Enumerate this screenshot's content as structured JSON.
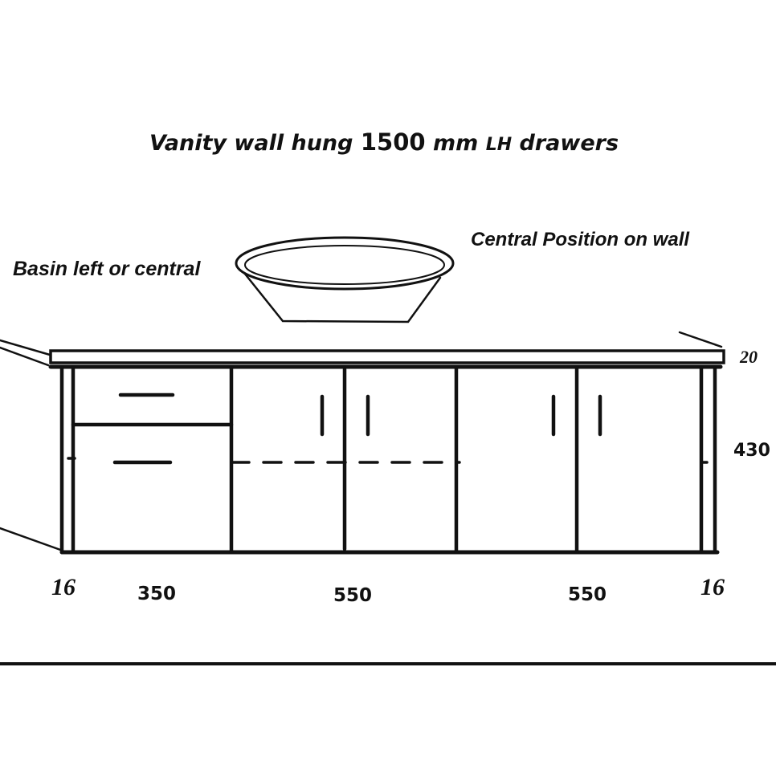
{
  "title": {
    "part1": "Vanity wall hung",
    "size": "1500",
    "unit": "mm",
    "side": "LH",
    "part2": "drawers"
  },
  "labels": {
    "basin": "Basin left or central",
    "wall": "Central  Position on wall"
  },
  "dimensions": {
    "left_end": "16",
    "drawer_width": "350",
    "door_pair_1": "550",
    "door_pair_2": "550",
    "right_end": "16",
    "height": "430",
    "top_thickness": "20"
  },
  "colors": {
    "line": "#111111",
    "background": "#ffffff"
  }
}
